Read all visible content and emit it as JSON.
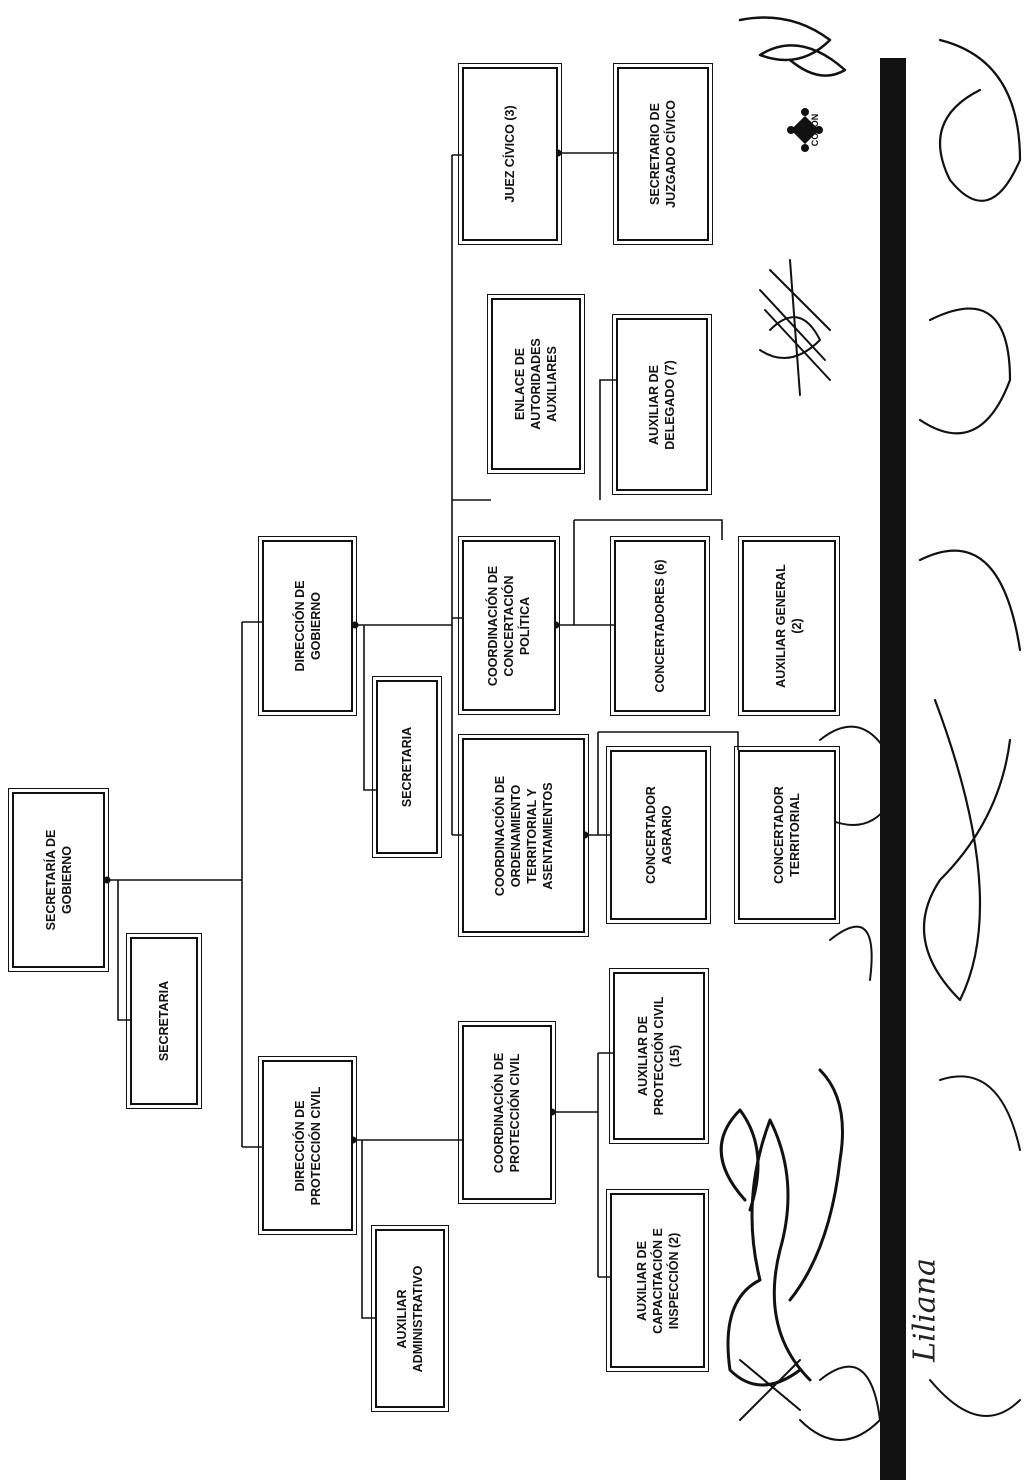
{
  "org_chart": {
    "root": "SECRETARÍA DE\nGOBIERNO",
    "root_secretary": "SECRETARIA",
    "proteccion_civil": {
      "director": "DIRECCIÓN DE\nPROTECCIÓN CIVIL",
      "assistant": "AUXILIAR\nADMINISTRATIVO",
      "coordination": "COORDINACIÓN DE\nPROTECCIÓN CIVIL",
      "staff": [
        "AUXILIAR DE\nCAPACITACIÓN E\nINSPECCIÓN (2)",
        "AUXILIAR DE\nPROTECCIÓN CIVIL\n(15)"
      ]
    },
    "gobierno": {
      "director": "DIRECCIÓN DE\nGOBIERNO",
      "secretary": "SECRETARIA",
      "ordenamiento": {
        "title": "COORDINACIÓN DE\nORDENAMIENTO\nTERRITORIAL Y\nASENTAMIENTOS",
        "staff": [
          "CONCERTADOR\nAGRARIO",
          "CONCERTADOR\nTERRITORIAL"
        ]
      },
      "concertacion": {
        "title": "COORDINACIÓN DE\nCONCERTACIÓN\nPOLÍTICA",
        "staff": [
          "CONCERTADORES (6)",
          "AUXILIAR GENERAL\n(2)"
        ]
      },
      "enlace": {
        "title": "ENLACE DE\nAUTORIDADES\nAUXILIARES",
        "staff": [
          "AUXILIAR DE\nDELEGADO (7)"
        ]
      },
      "juez": {
        "title": "JUEZ CÍVICO (3)",
        "staff": [
          "SECRETARIO DE\nJUZGADO CÍVICO"
        ]
      }
    }
  },
  "logo": {
    "text": "COLÓN"
  },
  "signatures": {
    "name": "Liliana"
  },
  "colors": {
    "ink": "#111111",
    "bar": "#121212",
    "paper": "#ffffff"
  }
}
